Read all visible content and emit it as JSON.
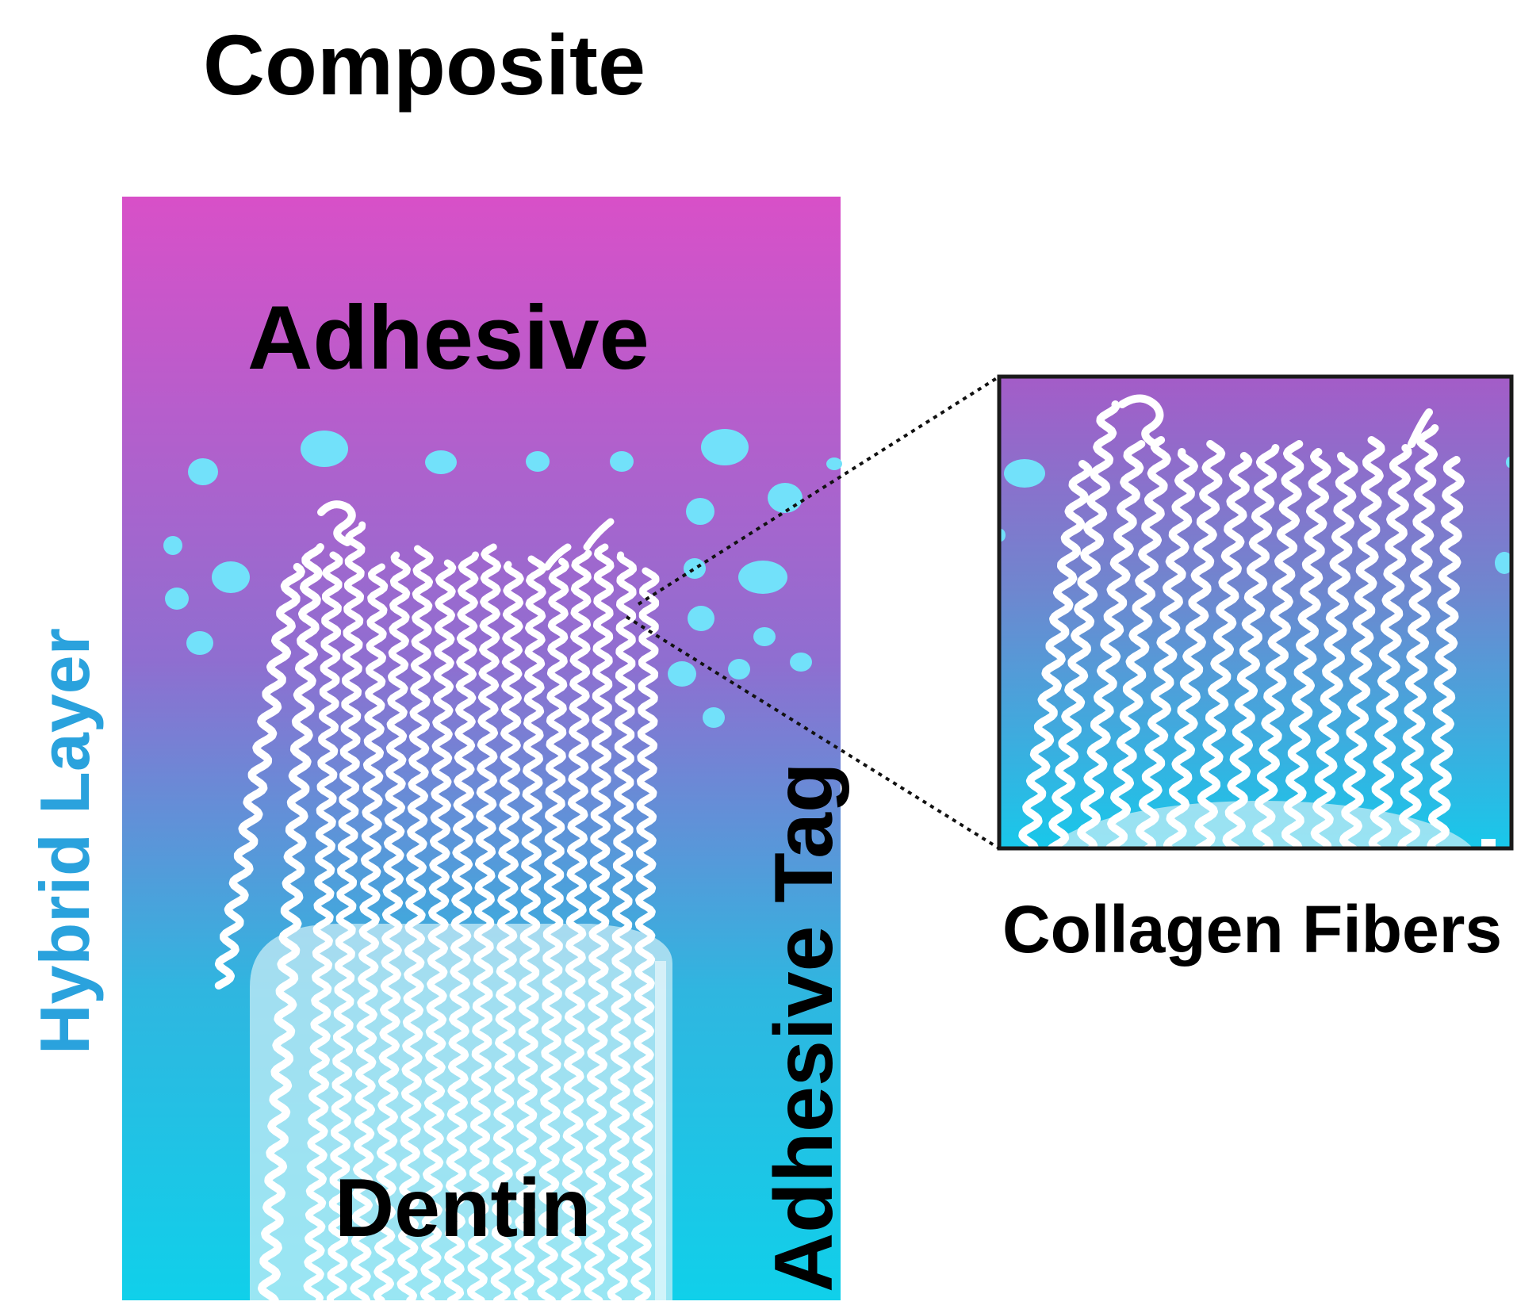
{
  "labels": {
    "composite": "Composite",
    "adhesive": "Adhesive",
    "hybrid_layer": "Hybrid Layer",
    "adhesive_tag": "Adhesive Tag",
    "dentin": "Dentin",
    "collagen_fibers": "Collagen Fibers"
  },
  "colors": {
    "gradient_top": "#d850c8",
    "gradient_mid": "#8f6ed0",
    "gradient_bottom": "#10d0ea",
    "resin_droplet": "#72e1fa",
    "fiber": "#ffffff",
    "dentin_tubule": "#cfeff6",
    "hybrid_layer_text": "#2aa2dd",
    "text": "#000000",
    "inset_border": "#1a1a1a"
  }
}
